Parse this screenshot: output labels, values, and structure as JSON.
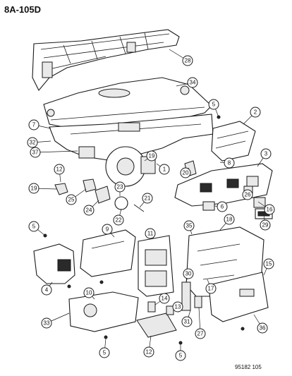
{
  "page": {
    "title": "8A-105D",
    "drawing_code": "95182 105"
  },
  "callouts": [
    "28",
    "34",
    "5",
    "2",
    "7",
    "32",
    "37",
    "1",
    "19",
    "20",
    "8",
    "3",
    "12",
    "19",
    "25",
    "24",
    "23",
    "22",
    "21",
    "26",
    "16",
    "6",
    "5",
    "9",
    "11",
    "35",
    "18",
    "29",
    "4",
    "10",
    "33",
    "14",
    "13",
    "30",
    "17",
    "15",
    "31",
    "27",
    "36",
    "12",
    "5",
    "5"
  ],
  "colors": {
    "ink": "#1a1a1a",
    "paper": "#ffffff",
    "shade": "#e9e9e9"
  }
}
